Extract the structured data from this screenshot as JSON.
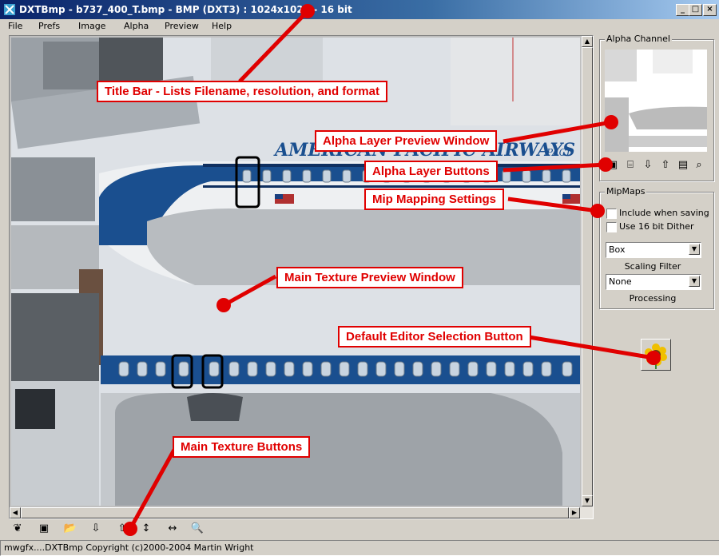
{
  "window": {
    "title": "DXTBmp - b737_400_T.bmp - BMP (DXT3) : 1024x1024 - 16 bit",
    "controls": [
      "_",
      "□",
      "×"
    ]
  },
  "menu": [
    "File",
    "Prefs",
    "Image",
    "Alpha",
    "Preview",
    "Help"
  ],
  "texture": {
    "livery_text": "AMERICAN PACIFIC AIRWAYS",
    "livery_text_right": "PACI"
  },
  "alpha_panel": {
    "label": "Alpha Channel",
    "buttons": [
      "new-alpha-icon",
      "open-alpha-icon",
      "import-alpha-icon",
      "export-alpha-icon",
      "view-alpha-icon",
      "zoom-alpha-icon"
    ]
  },
  "mipmaps": {
    "label": "MipMaps",
    "include_label": "Include when saving",
    "include_checked": false,
    "dither_label": "Use 16 bit Dither",
    "dither_checked": false,
    "scaling_value": "Box",
    "scaling_label": "Scaling Filter",
    "processing_value": "None",
    "processing_label": "Processing"
  },
  "editor_button": {
    "icon": "sunflower-icon"
  },
  "toolbar": {
    "buttons": [
      {
        "icon": "butterfly-icon",
        "glyph": "❦"
      },
      {
        "icon": "new-image-icon",
        "glyph": "▣"
      },
      {
        "icon": "open-folder-icon",
        "glyph": "📂"
      },
      {
        "icon": "import-icon",
        "glyph": "⇩"
      },
      {
        "icon": "export-icon",
        "glyph": "⇧"
      },
      {
        "icon": "flip-vertical-icon",
        "glyph": "↕"
      },
      {
        "icon": "flip-horizontal-icon",
        "glyph": "↔"
      },
      {
        "icon": "zoom-icon",
        "glyph": "🔍"
      }
    ]
  },
  "status": {
    "text": "mwgfx....DXTBmp Copyright (c)2000-2004 Martin Wright"
  },
  "annotations": {
    "title_bar": "Title Bar - Lists Filename, resolution, and format",
    "alpha_preview": "Alpha Layer Preview Window",
    "alpha_buttons": "Alpha Layer Buttons",
    "mip_settings": "Mip Mapping Settings",
    "main_preview": "Main Texture Preview Window",
    "default_editor": "Default Editor Selection Button",
    "main_buttons": "Main Texture Buttons"
  },
  "colors": {
    "annotation_red": "#e00000",
    "livery_blue": "#1a4f8f",
    "titlebar_blue": "#0a246a"
  }
}
